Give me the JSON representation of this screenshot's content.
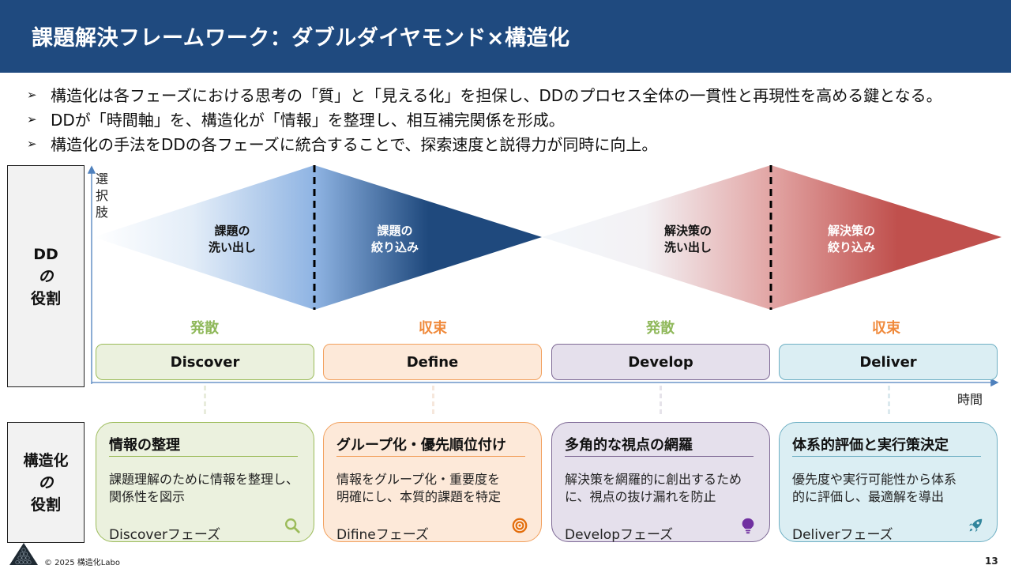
{
  "header": {
    "title": "課題解決フレームワーク：ダブルダイヤモンド×構造化"
  },
  "bullets": [
    "構造化は各フェーズにおける思考の「質」と「見える化」を担保し、DDのプロセス全体の一貫性と再現性を高める鍵となる。",
    "DDが「時間軸」を、構造化が「情報」を整理し、相互補完関係を形成。",
    "構造化の手法をDDの各フェーズに統合することで、探索速度と説得力が同時に向上。"
  ],
  "bullet_mark": "➢",
  "dd_role": {
    "line1": "DD",
    "line2": "の",
    "line3": "役割"
  },
  "kz_role": {
    "line1": "構造化",
    "line2": "の",
    "line3": "役割"
  },
  "axes": {
    "y_label": "選択肢",
    "x_label": "時間"
  },
  "diamonds": [
    {
      "line1": "課題の",
      "line2": "洗い出し"
    },
    {
      "line1": "課題の",
      "line2": "絞り込み"
    },
    {
      "line1": "解決策の",
      "line2": "洗い出し"
    },
    {
      "line1": "解決策の",
      "line2": "絞り込み"
    }
  ],
  "modes": [
    "発散",
    "収束",
    "発散",
    "収束"
  ],
  "phases": [
    {
      "name": "Discover",
      "fill": "#ebf1de",
      "border": "#9bbb59",
      "mode_color": "#8fb85a"
    },
    {
      "name": "Define",
      "fill": "#fde9d9",
      "border": "#f2a05d",
      "mode_color": "#f08a3c"
    },
    {
      "name": "Develop",
      "fill": "#e5e0ec",
      "border": "#7f6a96",
      "mode_color": "#8fb85a"
    },
    {
      "name": "Deliver",
      "fill": "#dbeef3",
      "border": "#6fb0c4",
      "mode_color": "#f08a3c"
    }
  ],
  "cards": [
    {
      "title": "情報の整理",
      "desc1": "課題理解のために情報を整理し、",
      "desc2": "関係性を図示",
      "phase": "Discoverフェーズ",
      "icon": "search-icon",
      "icon_color": "#9bbb59"
    },
    {
      "title": "グループ化・優先順位付け",
      "desc1": "情報をグループ化・重要度を",
      "desc2": "明確にし、本質的課題を特定",
      "phase": "Difineフェーズ",
      "icon": "target-icon",
      "icon_color": "#e36c09"
    },
    {
      "title": "多角的な視点の網羅",
      "desc1": "解決策を網羅的に創出するため",
      "desc2": "に、視点の抜け漏れを防止",
      "phase": "Developフェーズ",
      "icon": "lightbulb-icon",
      "icon_color": "#7030a0"
    },
    {
      "title": "体系的評価と実行策決定",
      "desc1": "優先度や実行可能性から体系",
      "desc2": "的に評価し、最適解を導出",
      "phase": "Deliverフェーズ",
      "icon": "rocket-icon",
      "icon_color": "#31859c"
    }
  ],
  "colors": {
    "header_bg": "#1f4a7f",
    "blue_dark": "#1f497d",
    "blue_light": "#9dc3e6",
    "red_dark": "#c0504d",
    "red_light": "#e6b8b7"
  },
  "footer": {
    "copyright": "© 2025  構造化Labo",
    "page": "13"
  }
}
